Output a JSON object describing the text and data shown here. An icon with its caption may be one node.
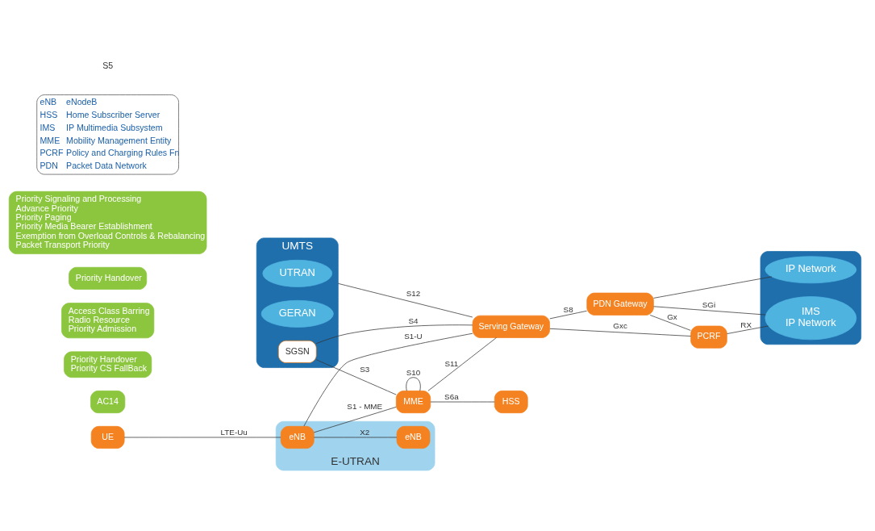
{
  "diagram": {
    "nodes": [
      {
        "text": [
          "UMTS"
        ]
      },
      {
        "text": [
          "UTRAN"
        ],
        "in": 0
      },
      {
        "text": [
          "GERAN"
        ],
        "in": 0
      },
      {
        "text": [
          "SGSN"
        ],
        "in": 0
      },
      {
        "text": [
          "HSS"
        ]
      },
      {
        "text": [
          "MME"
        ]
      },
      {
        "text": [
          "PCRF"
        ]
      },
      {
        "text": [
          "UE"
        ]
      },
      {
        "text": [
          "E-UTRAN"
        ]
      },
      {
        "text": [
          "eNB"
        ],
        "in": 8
      },
      {
        "text": [
          "eNB"
        ],
        "in": 8
      },
      {
        "text": [
          "Serving Gateway"
        ]
      },
      {
        "text": [
          "PDN Gateway"
        ]
      },
      {
        "text": [],
        "shape": "ellipse"
      },
      {
        "text": [
          "IMS",
          "IP Network"
        ],
        "in": 13
      },
      {
        "text": [
          "IP Network"
        ],
        "in": 13
      },
      {
        "text": [
          "AC14"
        ]
      },
      {
        "text": [
          "Priority Handover",
          "Priority CS FallBack"
        ]
      },
      {
        "text": [
          "Access Class Barring",
          "Radio Resource",
          "Priority Admission"
        ]
      },
      {
        "text": [
          "Priority Handover"
        ]
      },
      {
        "text": [
          "Priority Signaling and Processing",
          "Advance Priority",
          "Priority Paging",
          "Priority Media Bearer Establishment",
          "Exemption from Overload Controls & Rebalancing",
          "Packet Transport Priority"
        ]
      }
    ],
    "edges": [
      {
        "from": 7,
        "to": 9,
        "arrow": "none",
        "label": "LTE-Uu"
      },
      {
        "from": 9,
        "to": 10,
        "arrow": "none",
        "label": "X2"
      },
      {
        "from": 9,
        "to": 5,
        "arrow": "none",
        "label": "S1 - MME"
      },
      {
        "from": 5,
        "to": 5,
        "arrow": "none",
        "label": "S10"
      },
      {
        "from": 3,
        "to": 5,
        "arrow": "none",
        "label": "S3"
      },
      {
        "from": 5,
        "to": 4,
        "arrow": "none",
        "label": "S6a"
      },
      {
        "from": 5,
        "to": 11,
        "arrow": "none",
        "label": "S11"
      },
      {
        "from": 9,
        "to": 11,
        "arrow": "none",
        "label": "S1-U"
      },
      {
        "from": 3,
        "to": 11,
        "arrow": "none",
        "label": "S4"
      },
      {
        "from": 0,
        "to": 11,
        "arrow": "none",
        "label": "S12"
      },
      {
        "from": 11,
        "to": 12,
        "arrow": "none",
        "label": "S8"
      },
      {
        "from": 11,
        "to": 6,
        "arrow": "none",
        "label": "Gxc"
      },
      {
        "from": 12,
        "to": 6,
        "arrow": "none",
        "label": "Gx"
      },
      {
        "from": 6,
        "to": 14,
        "arrow": "none",
        "label": "RX"
      },
      {
        "from": 12,
        "to": 14,
        "arrow": "none",
        "label": "SGi"
      },
      {
        "from": 12,
        "to": 15,
        "arrow": "none"
      }
    ],
    "labels": [
      "eNB",
      "eNodeB",
      "HSS",
      "Home Subscriber Server",
      "IMS",
      "IP Multimedia Subsystem",
      "MME",
      "Mobility Management Entity",
      "PCRF",
      "Policy and Charging Rules Fn",
      "PDN",
      "Packet Data Network",
      "S5"
    ]
  }
}
